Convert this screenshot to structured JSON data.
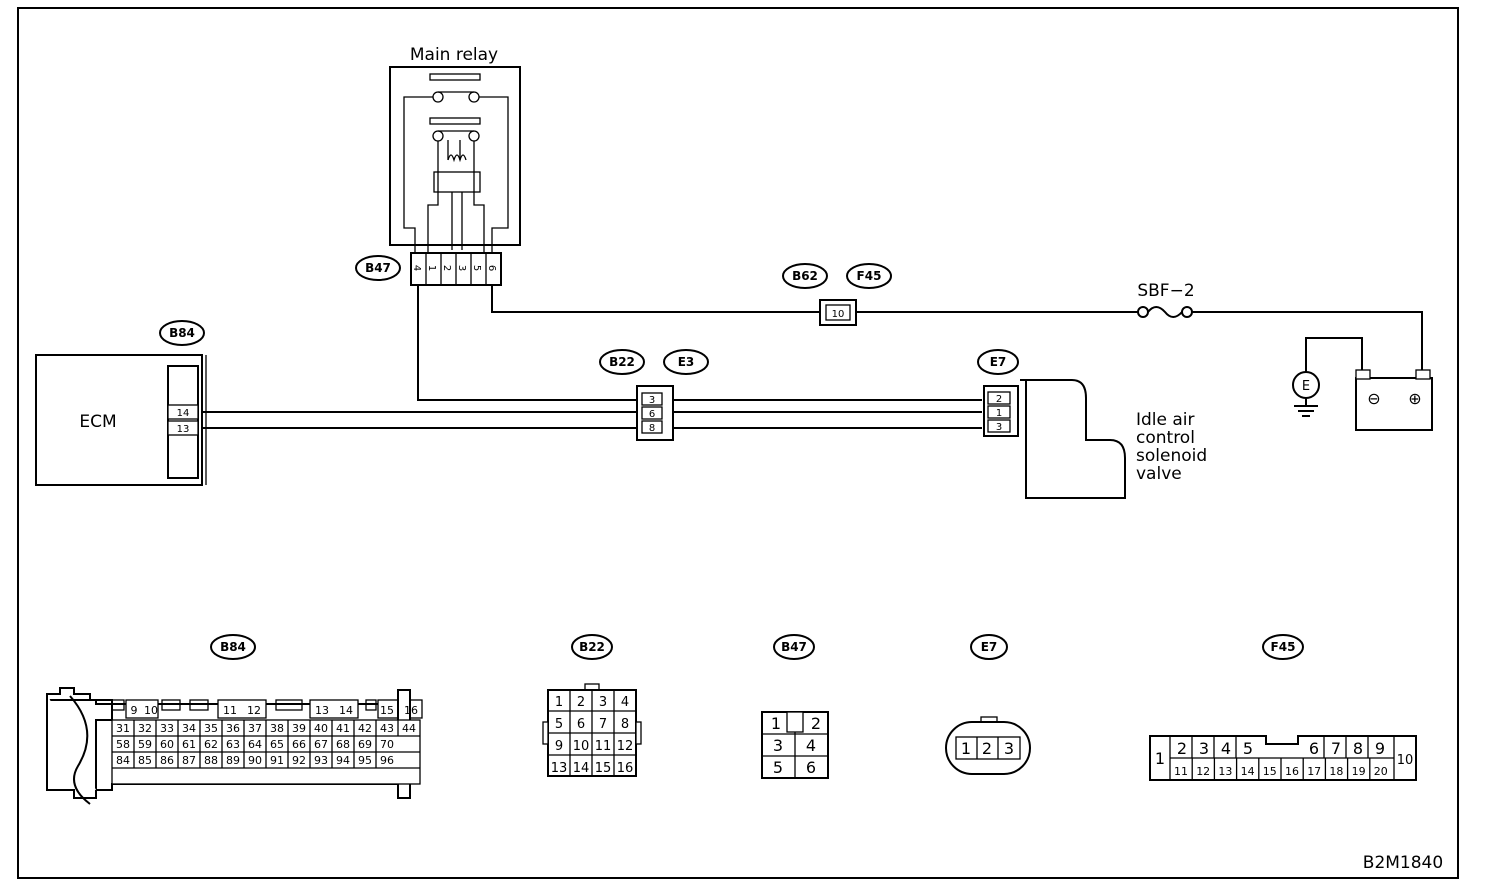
{
  "labels": {
    "main_relay": "Main relay",
    "ecm": "ECM",
    "fuse": "SBF−2",
    "valve": [
      "Idle air",
      "control",
      "solenoid",
      "valve"
    ],
    "ground": "E",
    "battery_minus": "⊖",
    "battery_plus": "⊕",
    "figure_code": "B2M1840"
  },
  "connector_tags": {
    "b47": "B47",
    "b62": "B62",
    "f45": "F45",
    "b84": "B84",
    "b22": "B22",
    "e3": "E3",
    "e7": "E7"
  },
  "wiring_pins": {
    "ecm": [
      "14",
      "13"
    ],
    "b22_e3": [
      "3",
      "6",
      "8"
    ],
    "e7": [
      "2",
      "1",
      "3"
    ],
    "b62_f45": "10"
  },
  "connector_views": {
    "b84": {
      "tag": "B84",
      "row1": [
        "9",
        "10",
        "11",
        "12",
        "13",
        "14",
        "15",
        "16"
      ],
      "row2": [
        "31",
        "32",
        "33",
        "34",
        "35",
        "36",
        "37",
        "38",
        "39",
        "40",
        "41",
        "42",
        "43",
        "44"
      ],
      "row3": [
        "58",
        "59",
        "60",
        "61",
        "62",
        "63",
        "64",
        "65",
        "66",
        "67",
        "68",
        "69",
        "70"
      ],
      "row4": [
        "84",
        "85",
        "86",
        "87",
        "88",
        "89",
        "90",
        "91",
        "92",
        "93",
        "94",
        "95",
        "96"
      ]
    },
    "b22": {
      "tag": "B22",
      "rows": [
        [
          "1",
          "2",
          "3",
          "4"
        ],
        [
          "5",
          "6",
          "7",
          "8"
        ],
        [
          "9",
          "10",
          "11",
          "12"
        ],
        [
          "13",
          "14",
          "15",
          "16"
        ]
      ]
    },
    "b47": {
      "tag": "B47",
      "pins": [
        "1",
        "2",
        "3",
        "4",
        "5",
        "6"
      ]
    },
    "e7": {
      "tag": "E7",
      "pins": [
        "1",
        "2",
        "3"
      ]
    },
    "f45": {
      "tag": "F45",
      "left": "1",
      "top_a": [
        "2",
        "3",
        "4",
        "5"
      ],
      "top_b": [
        "6",
        "7",
        "8",
        "9"
      ],
      "bottom": [
        "11",
        "12",
        "13",
        "14",
        "15",
        "16",
        "17",
        "18",
        "19",
        "20"
      ],
      "right": "10"
    }
  }
}
